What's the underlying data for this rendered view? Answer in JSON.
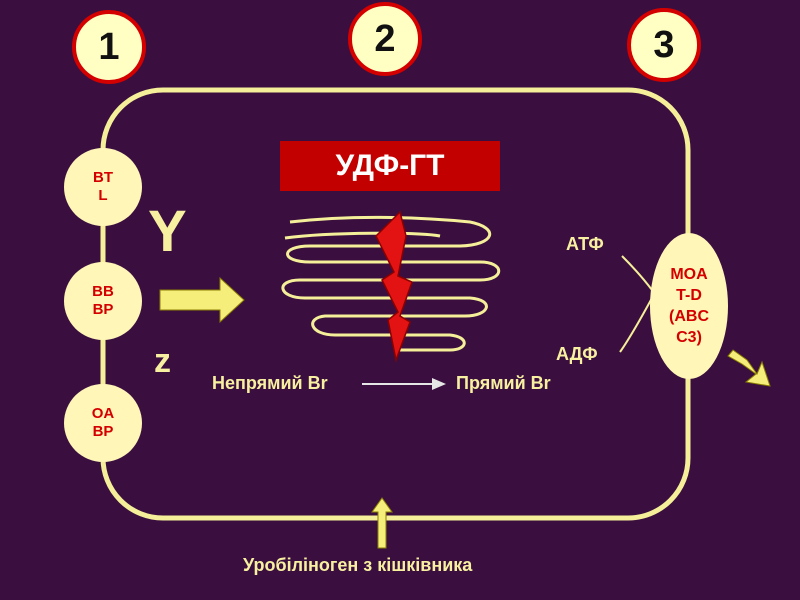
{
  "zones": [
    "1",
    "2",
    "3"
  ],
  "transporters": [
    "BT\nL",
    "BB\nBP",
    "OA\nBP"
  ],
  "enzyme": "УДФ-ГТ",
  "proteins": {
    "y": "Y",
    "z": "z"
  },
  "reaction": {
    "from": "Непрямий Br",
    "to": "Прямий Br"
  },
  "energy": {
    "atp": "АТФ",
    "adp": "АДФ"
  },
  "exporter": "MOA\nT-D\n(ABC\nC3)",
  "bottom_label": "Уробіліноген з кішківника",
  "colors": {
    "background": "#3a0f3f",
    "membrane": "#f5ef9a",
    "enzyme_red": "#c30000",
    "text_yellow": "#f7f0a0",
    "arrow_yellow": "#f5ee7a"
  }
}
